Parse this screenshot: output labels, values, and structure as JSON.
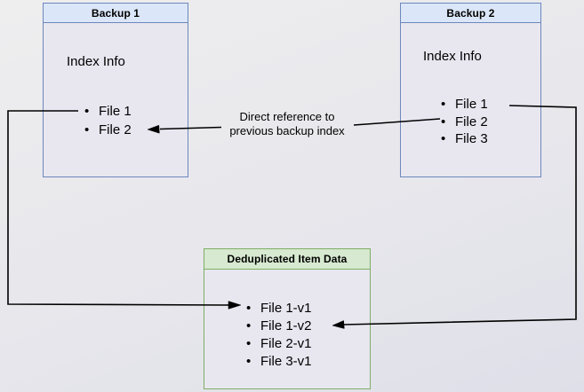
{
  "canvas": {
    "background_top": "#eeeeef",
    "background_bottom": "#dfdfe9"
  },
  "nodes": {
    "backup1": {
      "title": "Backup 1",
      "subtitle": "Index Info",
      "items": [
        "File 1",
        "File 2"
      ],
      "border_color": "#6d87bc",
      "header_bg": "#dbe7f8",
      "body_bg": "#e8e7f0"
    },
    "backup2": {
      "title": "Backup 2",
      "subtitle": "Index Info",
      "items": [
        "File 1",
        "File 2",
        "File 3"
      ],
      "border_color": "#6d87bc",
      "header_bg": "#dbe7f8",
      "body_bg": "#e8e7f0"
    },
    "dedup": {
      "title": "Deduplicated Item Data",
      "items": [
        "File 1-v1",
        "File 1-v2",
        "File 2-v1",
        "File 3-v1"
      ],
      "border_color": "#7fae66",
      "header_bg": "#d7e9d0",
      "body_bg": "#e8e7f0"
    }
  },
  "annotation": {
    "line1": "Direct reference to",
    "line2": "previous backup index"
  },
  "arrows": {
    "color": "#000000"
  }
}
